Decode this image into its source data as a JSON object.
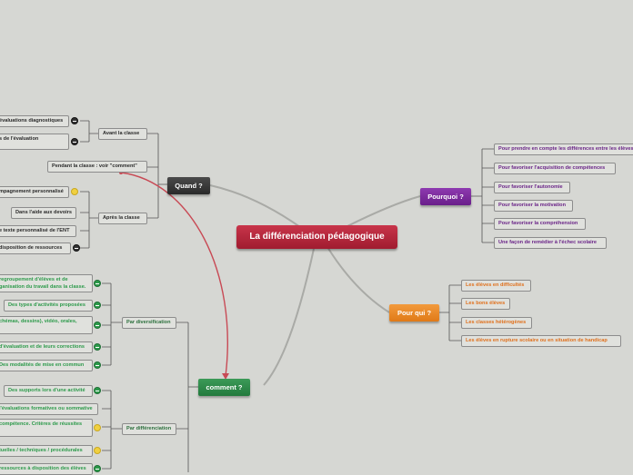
{
  "center": "La différenciation pédagogique",
  "quand": {
    "label": "Quand ?",
    "avant": {
      "label": "Avant la classe",
      "items": [
        "évaluations diagnostiques",
        "s de l'évaluation"
      ]
    },
    "pendant": "Pendant la classe : voir \"comment\"",
    "apres": {
      "label": "Après la classe",
      "items": [
        "mpagnement personnalisé",
        "Dans l'aide aux devoirs",
        "e texte personnalisé de l'ENT",
        "disposition de ressources"
      ]
    }
  },
  "pourquoi": {
    "label": "Pourquoi ?",
    "items": [
      "Pour prendre en compte les différences entre les élèves",
      "Pour favoriser l'acquisition de compétences",
      "Pour favoriser l'autonomie",
      "Pour favoriser la motivation",
      "Pour favoriser la compréhension",
      "Une façon de remédier à l'échec scolaire"
    ]
  },
  "pourqui": {
    "label": "Pour qui ?",
    "items": [
      "Les élèves en difficultés",
      "Les bons élèves",
      "Les classes hétérogènes",
      "Les élèves en rupture scolaire ou en situation de handicap"
    ]
  },
  "comment": {
    "label": "comment ?",
    "diversification": {
      "label": "Par diversification",
      "items": [
        "regroupement d'élèves et de ganisation du travail dans la classe.",
        "Des types d'activités proposées",
        "chémas, dessins), vidéo, orales,",
        "d'évaluation et de leurs corrections",
        "Des modalités de mise en commun"
      ]
    },
    "differenciation": {
      "label": "Par différenciation",
      "items": [
        "Des supports lors d'une activité",
        "l'évaluations formatives ou sommative",
        "compétence. Critères de réussites",
        "tuelles / techniques / procédurales",
        "ressources à disposition des élèves"
      ]
    }
  }
}
